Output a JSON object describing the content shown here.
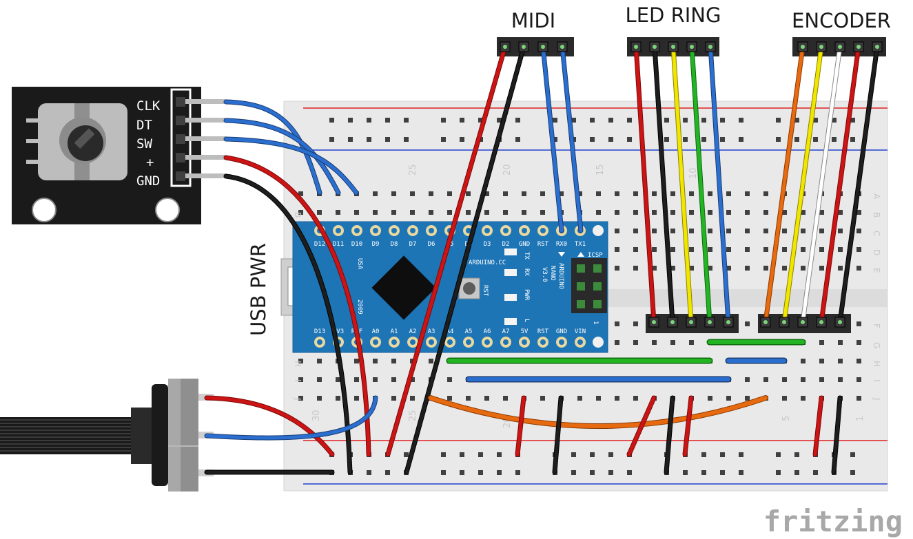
{
  "headers": {
    "midi": "MIDI",
    "led_ring": "LED RING",
    "encoder": "ENCODER"
  },
  "side_label": "USB PWR",
  "encoder_module": {
    "pins": [
      "CLK",
      "DT",
      "SW",
      "+",
      "GND"
    ]
  },
  "arduino": {
    "top_pins": [
      "D12",
      "D11",
      "D10",
      "D9",
      "D8",
      "D7",
      "D6",
      "D5",
      "D4",
      "D3",
      "D2",
      "GND",
      "RST",
      "RX0",
      "TX1"
    ],
    "bottom_pins": [
      "D13",
      "3V3",
      "REF",
      "A0",
      "A1",
      "A2",
      "A3",
      "A4",
      "A5",
      "A6",
      "A7",
      "5V",
      "RST",
      "GND",
      "VIN"
    ],
    "led_labels": [
      "TX",
      "RX",
      "PWR",
      "L"
    ],
    "brand": "ARDUINO.CC",
    "model_lines": [
      "ARDUINO",
      "NANO",
      "V3.0"
    ],
    "usa": "USA",
    "year": "2009",
    "rst": "RST",
    "icsp": "ICSP",
    "icsp_pin": "1"
  },
  "breadboard": {
    "column_numbers": [
      "30",
      "25",
      "20",
      "15",
      "10",
      "5",
      "1"
    ],
    "row_letters_top": [
      "A",
      "B",
      "C",
      "D",
      "E"
    ],
    "row_letters_bottom": [
      "F",
      "G",
      "H",
      "I",
      "J"
    ],
    "colors": {
      "rail_red": "#e02020",
      "rail_blue": "#2040d0",
      "board": "#e8e8e8",
      "hole": "#404040",
      "hole_active": "#3fbf3f"
    }
  },
  "wire_colors": {
    "red": "#cc1414",
    "black": "#1e1e1e",
    "blue": "#2a6fd0",
    "yellow": "#f0e600",
    "green": "#22b422",
    "orange": "#e86a10",
    "white": "#ffffff"
  },
  "watermark": "fritzing"
}
